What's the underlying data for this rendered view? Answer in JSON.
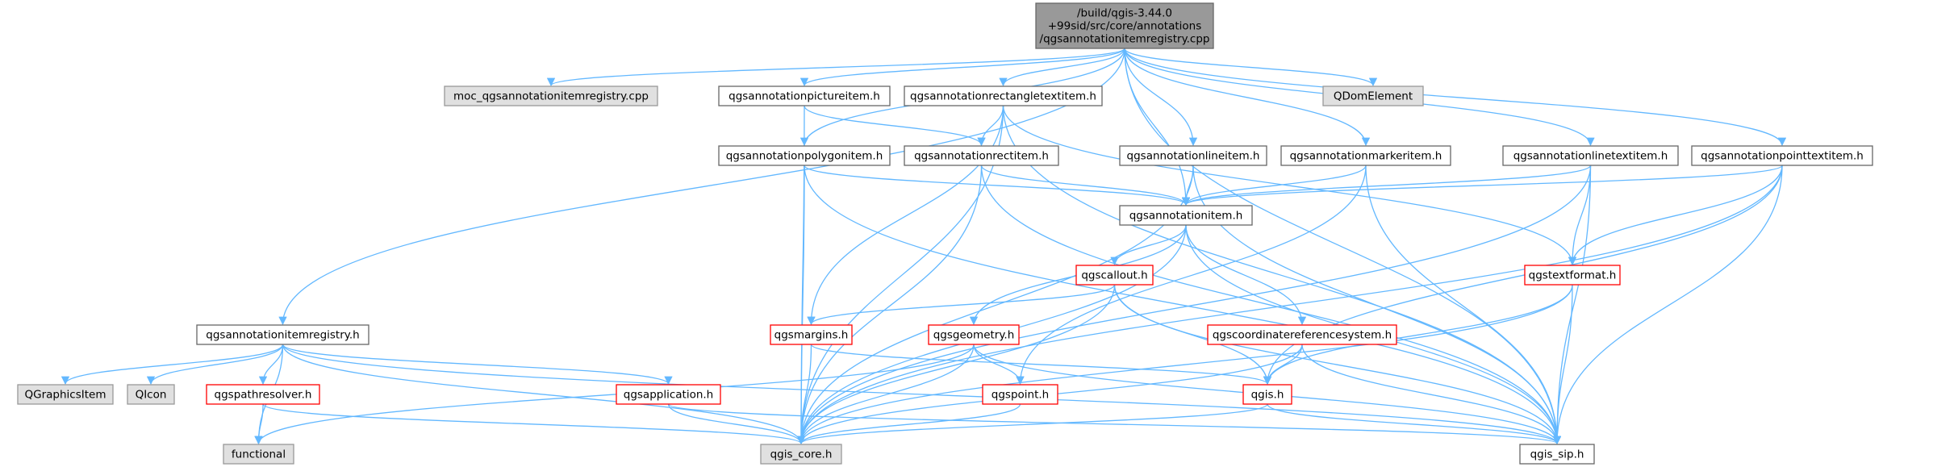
{
  "title": "/build/qgis-3.44.0+99sid/src/core/annotations/qgsannotationitemregistry.cpp",
  "colors": {
    "edge": "#63b8ff",
    "root_fill": "#999999",
    "root_stroke": "#666666",
    "normal_fill": "#ffffff",
    "normal_stroke": "#666666",
    "truncated_stroke": "#ff0000",
    "external_fill": "#e0e0e0",
    "external_stroke": "#999999"
  },
  "nodes": [
    {
      "id": "root",
      "lines": [
        "/build/qgis-3.44.0",
        "+99sid/src/core/annotations",
        "/qgsannotationitemregistry.cpp"
      ],
      "kind": "root"
    },
    {
      "id": "moc",
      "lines": [
        "moc_qgsannotationitemregistry.cpp"
      ],
      "kind": "external"
    },
    {
      "id": "qdom",
      "lines": [
        "QDomElement"
      ],
      "kind": "external"
    },
    {
      "id": "picture",
      "lines": [
        "qgsannotationpictureitem.h"
      ],
      "kind": "normal"
    },
    {
      "id": "recttext",
      "lines": [
        "qgsannotationrectangletextitem.h"
      ],
      "kind": "normal"
    },
    {
      "id": "polygon",
      "lines": [
        "qgsannotationpolygonitem.h"
      ],
      "kind": "normal"
    },
    {
      "id": "rectitem",
      "lines": [
        "qgsannotationrectitem.h"
      ],
      "kind": "normal"
    },
    {
      "id": "lineitem",
      "lines": [
        "qgsannotationlineitem.h"
      ],
      "kind": "normal"
    },
    {
      "id": "marker",
      "lines": [
        "qgsannotationmarkeritem.h"
      ],
      "kind": "normal"
    },
    {
      "id": "linetext",
      "lines": [
        "qgsannotationlinetextitem.h"
      ],
      "kind": "normal"
    },
    {
      "id": "pointtext",
      "lines": [
        "qgsannotationpointtextitem.h"
      ],
      "kind": "normal"
    },
    {
      "id": "item",
      "lines": [
        "qgsannotationitem.h"
      ],
      "kind": "normal"
    },
    {
      "id": "callout",
      "lines": [
        "qgscallout.h"
      ],
      "kind": "truncated"
    },
    {
      "id": "textformat",
      "lines": [
        "qgstextformat.h"
      ],
      "kind": "truncated"
    },
    {
      "id": "registry",
      "lines": [
        "qgsannotationitemregistry.h"
      ],
      "kind": "normal"
    },
    {
      "id": "margins",
      "lines": [
        "qgsmargins.h"
      ],
      "kind": "truncated"
    },
    {
      "id": "geometry",
      "lines": [
        "qgsgeometry.h"
      ],
      "kind": "truncated"
    },
    {
      "id": "crs",
      "lines": [
        "qgscoordinatereferencesystem.h"
      ],
      "kind": "truncated"
    },
    {
      "id": "qgraphics",
      "lines": [
        "QGraphicsItem"
      ],
      "kind": "external"
    },
    {
      "id": "qicon",
      "lines": [
        "QIcon"
      ],
      "kind": "external"
    },
    {
      "id": "pathresolver",
      "lines": [
        "qgspathresolver.h"
      ],
      "kind": "truncated"
    },
    {
      "id": "application",
      "lines": [
        "qgsapplication.h"
      ],
      "kind": "truncated"
    },
    {
      "id": "point",
      "lines": [
        "qgspoint.h"
      ],
      "kind": "truncated"
    },
    {
      "id": "qgis",
      "lines": [
        "qgis.h"
      ],
      "kind": "truncated"
    },
    {
      "id": "functional",
      "lines": [
        "functional"
      ],
      "kind": "external"
    },
    {
      "id": "core",
      "lines": [
        "qgis_core.h"
      ],
      "kind": "external"
    },
    {
      "id": "sip",
      "lines": [
        "qgis_sip.h"
      ],
      "kind": "normal"
    }
  ],
  "edges": [
    [
      "root",
      "moc"
    ],
    [
      "root",
      "qdom"
    ],
    [
      "root",
      "picture"
    ],
    [
      "root",
      "recttext"
    ],
    [
      "root",
      "polygon"
    ],
    [
      "root",
      "lineitem"
    ],
    [
      "root",
      "marker"
    ],
    [
      "root",
      "linetext"
    ],
    [
      "root",
      "pointtext"
    ],
    [
      "root",
      "item"
    ],
    [
      "root",
      "registry"
    ],
    [
      "root",
      "sip"
    ],
    [
      "picture",
      "rectitem"
    ],
    [
      "picture",
      "core"
    ],
    [
      "recttext",
      "rectitem"
    ],
    [
      "recttext",
      "core"
    ],
    [
      "recttext",
      "margins"
    ],
    [
      "recttext",
      "textformat"
    ],
    [
      "recttext",
      "sip"
    ],
    [
      "polygon",
      "item"
    ],
    [
      "polygon",
      "core"
    ],
    [
      "polygon",
      "sip"
    ],
    [
      "rectitem",
      "item"
    ],
    [
      "rectitem",
      "core"
    ],
    [
      "rectitem",
      "sip"
    ],
    [
      "lineitem",
      "item"
    ],
    [
      "lineitem",
      "core"
    ],
    [
      "lineitem",
      "sip"
    ],
    [
      "marker",
      "item"
    ],
    [
      "marker",
      "point"
    ],
    [
      "marker",
      "sip"
    ],
    [
      "linetext",
      "item"
    ],
    [
      "linetext",
      "textformat"
    ],
    [
      "linetext",
      "core"
    ],
    [
      "linetext",
      "sip"
    ],
    [
      "pointtext",
      "item"
    ],
    [
      "pointtext",
      "textformat"
    ],
    [
      "pointtext",
      "qgis"
    ],
    [
      "pointtext",
      "core"
    ],
    [
      "pointtext",
      "sip"
    ],
    [
      "item",
      "callout"
    ],
    [
      "item",
      "geometry"
    ],
    [
      "item",
      "crs"
    ],
    [
      "item",
      "core"
    ],
    [
      "item",
      "sip"
    ],
    [
      "callout",
      "margins"
    ],
    [
      "callout",
      "qgis"
    ],
    [
      "callout",
      "core"
    ],
    [
      "callout",
      "sip"
    ],
    [
      "textformat",
      "qgis"
    ],
    [
      "textformat",
      "core"
    ],
    [
      "textformat",
      "sip"
    ],
    [
      "registry",
      "qgraphics"
    ],
    [
      "registry",
      "qicon"
    ],
    [
      "registry",
      "pathresolver"
    ],
    [
      "registry",
      "application"
    ],
    [
      "registry",
      "functional"
    ],
    [
      "registry",
      "core"
    ],
    [
      "registry",
      "sip"
    ],
    [
      "margins",
      "qgis"
    ],
    [
      "margins",
      "core"
    ],
    [
      "geometry",
      "point"
    ],
    [
      "geometry",
      "functional"
    ],
    [
      "geometry",
      "core"
    ],
    [
      "geometry",
      "sip"
    ],
    [
      "crs",
      "qgis"
    ],
    [
      "crs",
      "core"
    ],
    [
      "crs",
      "sip"
    ],
    [
      "pathresolver",
      "functional"
    ],
    [
      "pathresolver",
      "core"
    ],
    [
      "application",
      "core"
    ],
    [
      "application",
      "sip"
    ],
    [
      "point",
      "core"
    ],
    [
      "qgis",
      "core"
    ],
    [
      "qgis",
      "sip"
    ]
  ]
}
